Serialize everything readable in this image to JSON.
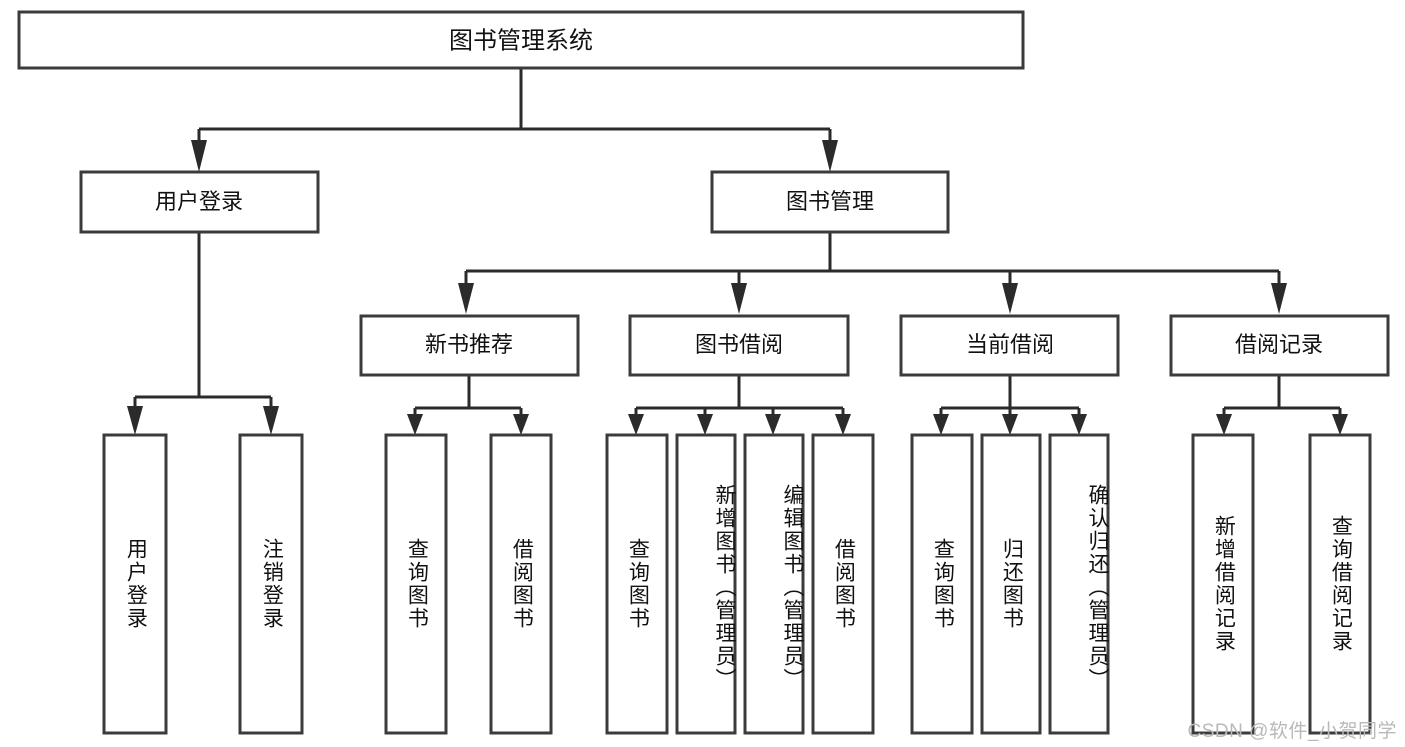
{
  "diagram": {
    "type": "tree",
    "title_node": {
      "label": "图书管理系统"
    },
    "level2": [
      {
        "id": "user-login",
        "label": "用户登录"
      },
      {
        "id": "book-manage",
        "label": "图书管理"
      }
    ],
    "level3": [
      {
        "id": "new-book-rec",
        "label": "新书推荐"
      },
      {
        "id": "book-borrow",
        "label": "图书借阅"
      },
      {
        "id": "current-borrow",
        "label": "当前借阅"
      },
      {
        "id": "borrow-record",
        "label": "借阅记录"
      }
    ],
    "leaves": [
      {
        "id": "leaf-user-login",
        "label": "用户登录",
        "parent": "user-login"
      },
      {
        "id": "leaf-logout-login",
        "label": "注销登录",
        "parent": "user-login"
      },
      {
        "id": "leaf-query-book-1",
        "label": "查询图书",
        "parent": "new-book-rec"
      },
      {
        "id": "leaf-borrow-book-1",
        "label": "借阅图书",
        "parent": "new-book-rec"
      },
      {
        "id": "leaf-query-book-2",
        "label": "查询图书",
        "parent": "book-borrow"
      },
      {
        "id": "leaf-add-book",
        "label": "新增图书（管理员）",
        "parent": "book-borrow"
      },
      {
        "id": "leaf-edit-book",
        "label": "编辑图书（管理员）",
        "parent": "book-borrow"
      },
      {
        "id": "leaf-borrow-book-2",
        "label": "借阅图书",
        "parent": "book-borrow"
      },
      {
        "id": "leaf-query-book-3",
        "label": "查询图书",
        "parent": "current-borrow"
      },
      {
        "id": "leaf-return-book",
        "label": "归还图书",
        "parent": "current-borrow"
      },
      {
        "id": "leaf-confirm-return",
        "label": "确认归还（管理员）",
        "parent": "current-borrow"
      },
      {
        "id": "leaf-add-record",
        "label": "新增借阅记录",
        "parent": "borrow-record"
      },
      {
        "id": "leaf-query-record",
        "label": "查询借阅记录",
        "parent": "borrow-record"
      }
    ],
    "colors": {
      "box_stroke": "#3b3b3b",
      "box_fill": "#ffffff",
      "connector": "#2b2b2b",
      "text": "#111111",
      "background": "#ffffff",
      "watermark": "#b9b9b9"
    }
  },
  "watermark": {
    "text": "CSDN @软件_小贺同学"
  }
}
